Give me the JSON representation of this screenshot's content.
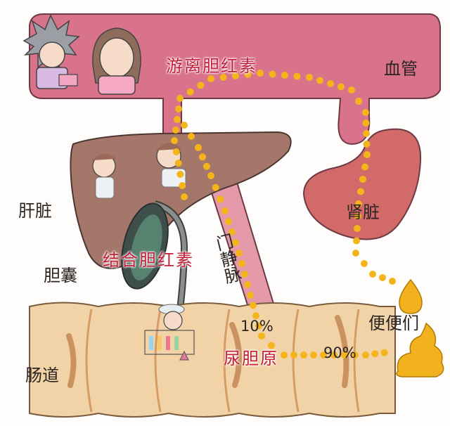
{
  "labels": {
    "free_bilirubin": "游离胆红素",
    "blood_vessel": "血管",
    "liver": "肝脏",
    "kidney": "肾脏",
    "portal_vein": "门静脉",
    "conjugated_bilirubin": "结合胆红素",
    "gallbladder": "胆囊",
    "feces": "便便们",
    "urobilinogen": "尿胆原",
    "intestine": "肠道",
    "percent_10": "10%",
    "percent_90": "90%"
  },
  "colors": {
    "vessel": "#d9728b",
    "liver": "#a5776b",
    "kidney": "#d26a6a",
    "intestine": "#f2d3a7",
    "gallbladder": "#4f6f66",
    "pathway_dots": "#f4b51a",
    "red_label": "#c2203a"
  },
  "icons": [
    "spiky-hair-character-icon",
    "old-woman-character-icon",
    "liver-worker-icon",
    "lab-worker-icon",
    "drop-icon",
    "poop-icon"
  ]
}
